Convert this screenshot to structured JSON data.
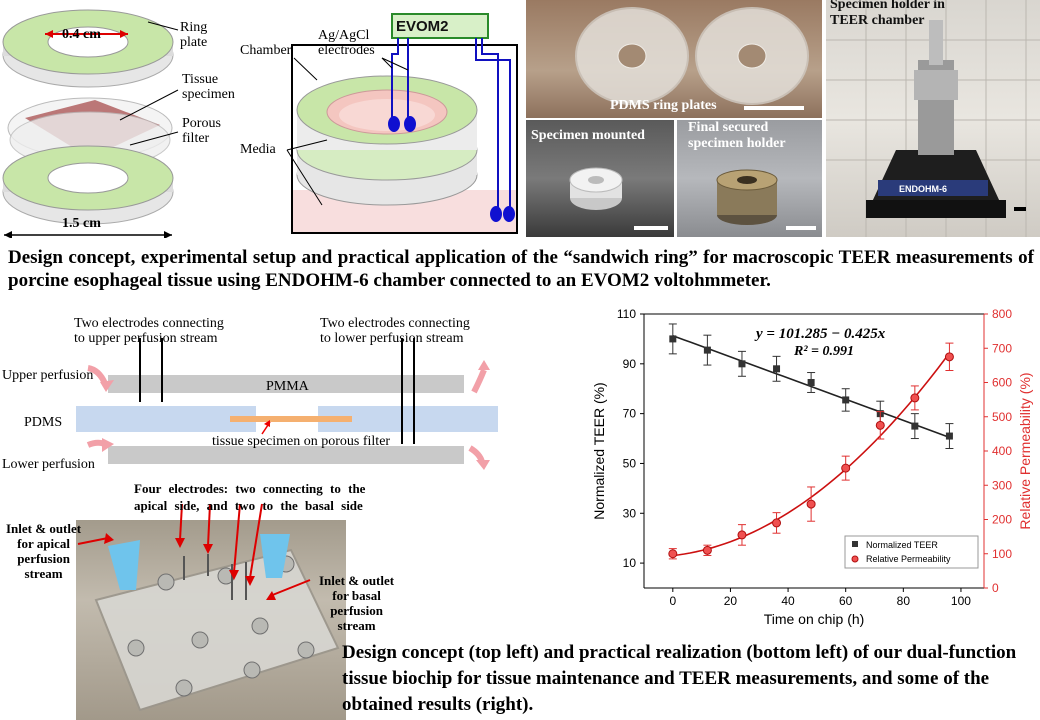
{
  "panel_a": {
    "ring_labels": {
      "ring_plate": "Ring\nplate",
      "tissue_specimen": "Tissue\nspecimen",
      "porous_filter": "Porous\nfilter",
      "inner_diameter": "0.4 cm",
      "outer_diameter": "1.5 cm"
    },
    "setup_labels": {
      "evom2": "EVOM2",
      "electrodes": "Ag/AgCl\nelectrodes",
      "chamber": "Chamber",
      "media": "Media"
    },
    "photo_labels": {
      "pdms_ring_plates": "PDMS ring plates",
      "specimen_mounted": "Specimen mounted",
      "final_secured": "Final secured\nspecimen holder",
      "holder_in_chamber": "Specimen holder in\nTEER chamber",
      "endohm": "ENDOHM-6"
    },
    "caption": "Design concept, experimental setup and practical application of the “sandwich ring” for macroscopic TEER measurements of porcine esophageal tissue using ENDOHM-6 chamber connected to an EVOM2 voltohmmeter."
  },
  "panel_b": {
    "schematic_labels": {
      "upper_electrodes": "Two electrodes connecting\nto upper perfusion stream",
      "lower_electrodes": "Two electrodes connecting\nto lower perfusion stream",
      "upper_perfusion": "Upper perfusion",
      "lower_perfusion": "Lower perfusion",
      "pmma": "PMMA",
      "pdms": "PDMS",
      "tissue_on_filter": "tissue specimen on porous filter"
    },
    "photo_labels": {
      "four_electrodes": "Four electrodes: two connecting to the\napical side, and two to the basal side",
      "apical_inlet": "Inlet & outlet\nfor apical\nperfusion\nstream",
      "basal_inlet": "Inlet & outlet\nfor basal\nperfusion\nstream"
    },
    "caption": "Design concept (top left) and practical realization (bottom left) of our dual-function tissue biochip for tissue maintenance and TEER measurements, and some of the obtained results (right)."
  },
  "colors": {
    "teer_series": "#333333",
    "permeability_series": "#e03030",
    "fit_line_teer": "#222222",
    "fit_line_perm": "#cc1010",
    "pdms_blue": "#c7d8ef",
    "pmma_grey": "#c9c9c9",
    "arrow_pink": "#f2a0a8",
    "tissue_orange": "#f5b070",
    "ring_green": "#c8e6a8"
  },
  "chart_data": {
    "type": "scatter",
    "equation": "y = 101.285 − 0.425x",
    "r_squared": "R² = 0.991",
    "xlabel": "Time on chip (h)",
    "ylabel_left": "Normalized TEER (%)",
    "ylabel_right": "Relative Permeability (%)",
    "xlim": [
      -10,
      108
    ],
    "ylim_left": [
      0,
      110
    ],
    "ylim_right": [
      0,
      800
    ],
    "x_ticks": [
      "0",
      "20",
      "40",
      "60",
      "80",
      "100"
    ],
    "y_ticks_left": [
      "10",
      "30",
      "50",
      "70",
      "90",
      "110"
    ],
    "y_ticks_right": [
      "0",
      "100",
      "200",
      "300",
      "400",
      "500",
      "600",
      "700",
      "800"
    ],
    "legend": [
      "Normalized TEER",
      "Relative Permeability"
    ],
    "legend_position": "bottom-right",
    "series": [
      {
        "name": "Normalized TEER",
        "axis": "left",
        "x": [
          0,
          12,
          24,
          36,
          48,
          60,
          72,
          84,
          96
        ],
        "y": [
          100,
          95.5,
          90,
          88,
          82.5,
          75.5,
          70,
          65,
          61
        ],
        "err": [
          6,
          6,
          5,
          5,
          4,
          4.5,
          5,
          5,
          5
        ]
      },
      {
        "name": "Relative Permeability",
        "axis": "right",
        "x": [
          0,
          12,
          24,
          36,
          48,
          60,
          72,
          84,
          96
        ],
        "y": [
          100,
          110,
          155,
          190,
          245,
          350,
          475,
          555,
          675
        ],
        "err": [
          15,
          15,
          30,
          30,
          50,
          35,
          40,
          35,
          40
        ]
      }
    ]
  }
}
